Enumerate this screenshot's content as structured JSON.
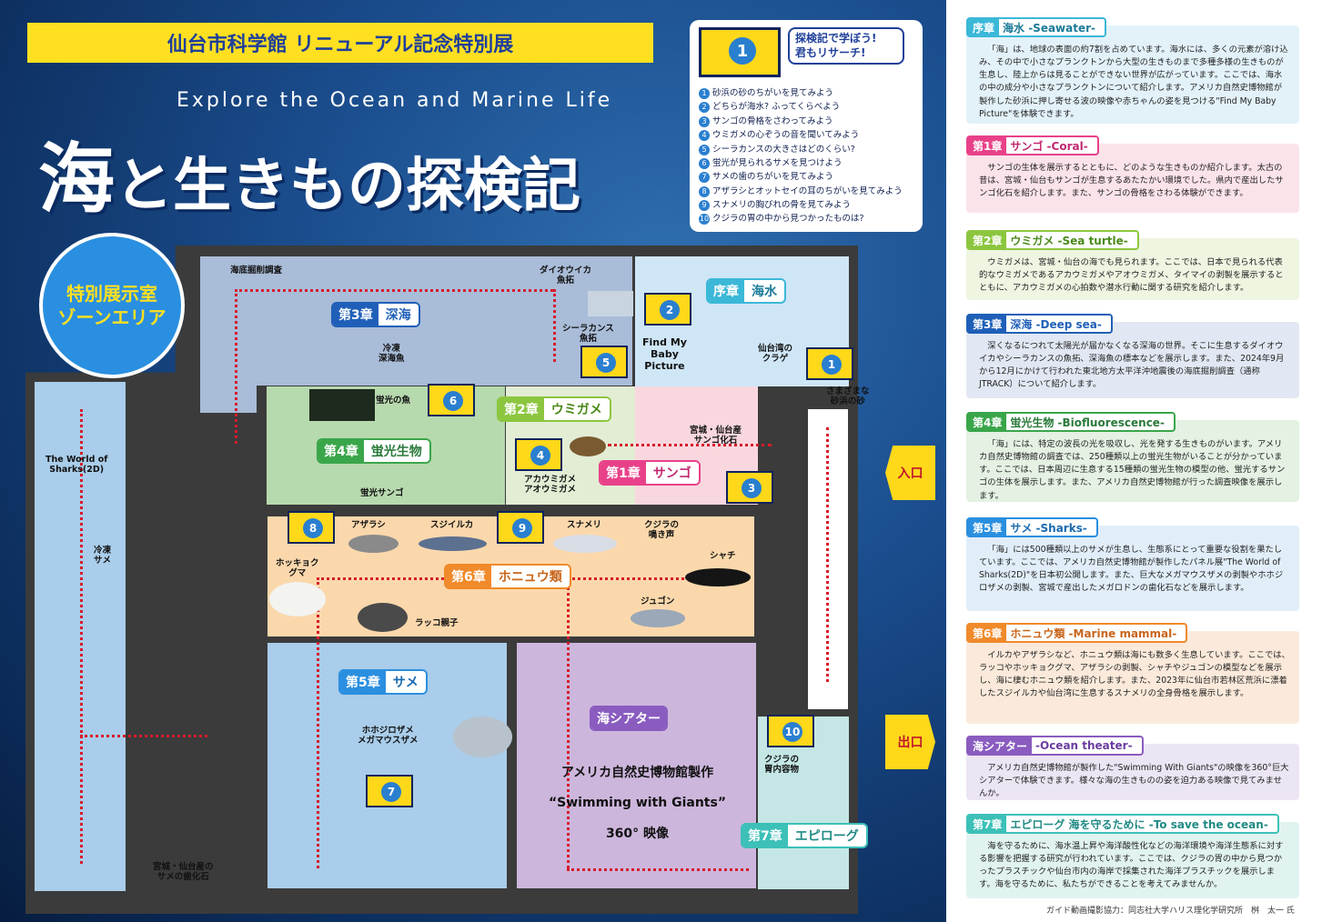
{
  "header": {
    "banner": "仙台市科学館 リニューアル記念特別展",
    "subtitle": "Explore the Ocean and Marine Life",
    "title_big": "海",
    "title_rest": "と生きもの探検記"
  },
  "quest": {
    "number": "1",
    "bubble_line1": "探検記で学ぼう!",
    "bubble_line2": "君もリサーチ!",
    "items": [
      {
        "n": "1",
        "text": "砂浜の砂のちがいを見てみよう"
      },
      {
        "n": "2",
        "text": "どちらが海水? ふってくらべよう"
      },
      {
        "n": "3",
        "text": "サンゴの骨格をさわってみよう"
      },
      {
        "n": "4",
        "text": "ウミガメの心ぞうの音を聞いてみよう"
      },
      {
        "n": "5",
        "text": "シーラカンスの大きさはどのくらい?"
      },
      {
        "n": "6",
        "text": "蛍光が見られるサメを見つけよう"
      },
      {
        "n": "7",
        "text": "サメの歯のちがいを見てみよう"
      },
      {
        "n": "8",
        "text": "アザラシとオットセイの耳のちがいを見てみよう"
      },
      {
        "n": "9",
        "text": "スナメリの胸びれの骨を見てみよう"
      },
      {
        "n": "10",
        "text": "クジラの胃の中から見つかったものは?"
      }
    ]
  },
  "zone": {
    "line1": "特別展示室",
    "line2": "ゾーンエリア"
  },
  "map": {
    "labels": {
      "deep_survey": "海底掘削調査",
      "dioichthys": "ダイオウイカ\n魚拓",
      "coelacanth": "シーラカンス\n魚拓",
      "frozen_deep": "冷凍\n深海魚",
      "find_my_baby": "Find My\nBaby\nPicture",
      "jellyfish": "仙台湾の\nクラゲ",
      "sand": "さまざまな\n砂浜の砂",
      "fluor_fish": "蛍光の魚",
      "sendai_coral": "宮城・仙台産\nサンゴ化石",
      "fluor_coral": "蛍光サンゴ",
      "turtles": "アカウミガメ\nアオウミガメ",
      "world_sharks": "The World of\nSharks(2D)",
      "frozen_shark": "冷凍\nサメ",
      "seal": "アザラシ",
      "dolphin": "スジイルカ",
      "sunameri": "スナメリ",
      "whale_song": "クジラの\n鳴き声",
      "polar_bear": "ホッキョク\nグマ",
      "orca": "シャチ",
      "otter": "ラッコ親子",
      "dugong": "ジュゴン",
      "great_white": "ホホジロザメ\nメガマウスザメ",
      "shark_teeth": "宮城・仙台産の\nサメの歯化石",
      "theater_line1": "アメリカ自然史博物館製作",
      "theater_line2": "“Swimming with Giants”",
      "theater_line3": "360° 映像",
      "whale_stomach": "クジラの\n胃内容物",
      "entrance": "入口",
      "exit": "出口"
    },
    "chapters": {
      "intro": {
        "c": "序章",
        "t": "海水"
      },
      "ch1": {
        "c": "第1章",
        "t": "サンゴ"
      },
      "ch2": {
        "c": "第2章",
        "t": "ウミガメ"
      },
      "ch3": {
        "c": "第3章",
        "t": "深海"
      },
      "ch4": {
        "c": "第4章",
        "t": "蛍光生物"
      },
      "ch5": {
        "c": "第5章",
        "t": "サメ"
      },
      "ch6": {
        "c": "第6章",
        "t": "ホニュウ類"
      },
      "theater": {
        "c": "",
        "t": "海シアター"
      },
      "ch7": {
        "c": "第7章",
        "t": "エピローグ"
      }
    },
    "books": [
      "1",
      "2",
      "3",
      "4",
      "5",
      "6",
      "7",
      "8",
      "9",
      "10"
    ]
  },
  "cards": [
    {
      "chapter": "序章",
      "title": "海水 -Seawater-",
      "color": "#3bb8d8",
      "bg": "#e3f2f9",
      "body": "「海」は、地球の表面の約7割を占めています。海水には、多くの元素が溶け込み、その中で小さなプランクトンから大型の生きものまで多種多様の生きものが生息し、陸上からは見ることができない世界が広がっています。ここでは、海水の中の成分や小さなプランクトンについて紹介します。アメリカ自然史博物館が製作した砂浜に押し寄せる波の映像や赤ちゃんの姿を見つける\"Find My Baby Picture\"を体験できます。"
    },
    {
      "chapter": "第1章",
      "title": "サンゴ -Coral-",
      "color": "#e8418a",
      "bg": "#fbe3ea",
      "body": "サンゴの生体を展示するとともに、どのような生きものか紹介します。太古の昔は、宮城・仙台もサンゴが生息するあたたかい環境でした。県内で産出したサンゴ化石を紹介します。また、サンゴの骨格をさわる体験ができます。"
    },
    {
      "chapter": "第2章",
      "title": "ウミガメ -Sea turtle-",
      "color": "#8cc63f",
      "bg": "#eef5e1",
      "body": "ウミガメは、宮城・仙台の海でも見られます。ここでは、日本で見られる代表的なウミガメであるアカウミガメやアオウミガメ、タイマイの剥製を展示するとともに、アカウミガメの心拍数や潜水行動に関する研究を紹介します。"
    },
    {
      "chapter": "第3章",
      "title": "深海 -Deep sea-",
      "color": "#1f5fb8",
      "bg": "#e2e8f3",
      "body": "深くなるにつれて太陽光が届かなくなる深海の世界。そこに生息するダイオウイカやシーラカンスの魚拓、深海魚の標本などを展示します。また、2024年9月から12月にかけて行われた東北地方太平洋沖地震後の海底掘削調査（通称JTRACK）について紹介します。"
    },
    {
      "chapter": "第4章",
      "title": "蛍光生物 -Biofluorescence-",
      "color": "#3aa64a",
      "bg": "#e4f1e3",
      "body": "「海」には、特定の波長の光を吸収し、光を発する生きものがいます。アメリカ自然史博物館の調査では、250種類以上の蛍光生物がいることが分かっています。ここでは、日本周辺に生息する15種類の蛍光生物の模型の他、蛍光するサンゴの生体を展示します。また、アメリカ自然史博物館が行った調査映像を展示します。"
    },
    {
      "chapter": "第5章",
      "title": "サメ -Sharks-",
      "color": "#2a8fe0",
      "bg": "#e1eef9",
      "body": "「海」には500種類以上のサメが生息し、生態系にとって重要な役割を果たしています。ここでは、アメリカ自然史博物館が製作したパネル展\"The World of Sharks(2D)\"を日本初公開します。また、巨大なメガマウスザメの剥製やホホジロザメの剥製、宮城で産出したメガロドンの歯化石などを展示します。"
    },
    {
      "chapter": "第6章",
      "title": "ホニュウ類 -Marine mammal-",
      "color": "#f08a2a",
      "bg": "#fbeadb",
      "body": "イルカやアザラシなど、ホニュウ類は海にも数多く生息しています。ここでは、ラッコやホッキョクグマ、アザラシの剥製、シャチやジュゴンの模型などを展示し、海に棲むホニュウ類を紹介します。また、2023年に仙台市若林区荒浜に漂着したスジイルカや仙台湾に生息するスナメリの全身骨格を展示します。"
    },
    {
      "chapter": "海シアター",
      "title": "-Ocean theater-",
      "color": "#8a5cc0",
      "bg": "#ece5f3",
      "body": "アメリカ自然史博物館が製作した\"Swimming With Giants\"の映像を360°巨大シアターで体験できます。様々な海の生きものの姿を迫力ある映像で見てみませんか。"
    },
    {
      "chapter": "第7章",
      "title": "エピローグ 海を守るために -To save the ocean-",
      "color": "#3cc0b8",
      "bg": "#e1f3f1",
      "body": "海を守るために、海水温上昇や海洋酸性化などの海洋環境や海洋生態系に対する影響を把握する研究が行われています。ここでは、クジラの胃の中から見つかったプラスチックや仙台市内の海岸で採集された海洋プラスチックを展示します。海を守るために、私たちができることを考えてみませんか。"
    }
  ],
  "credit": "ガイド動画撮影協力：同志社大学ハリス理化学研究所　桝　太一 氏"
}
